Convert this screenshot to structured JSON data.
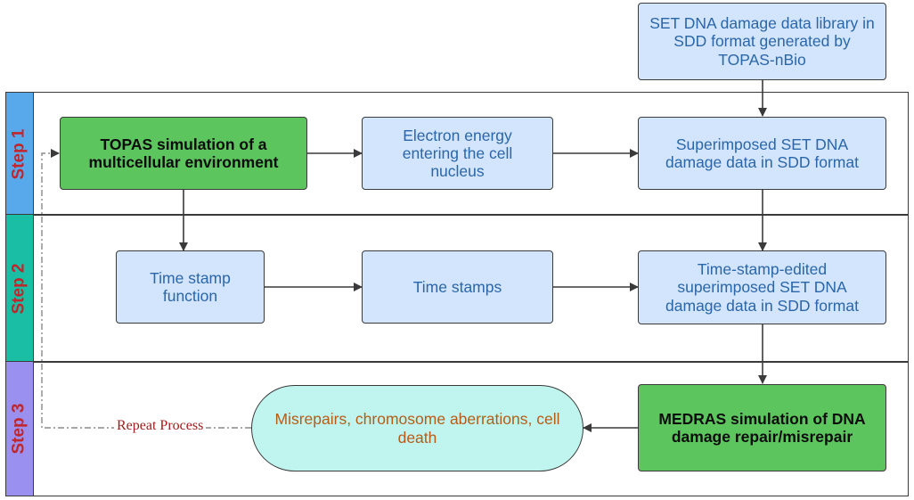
{
  "steps": [
    "Step 1",
    "Step 2",
    "Step 3"
  ],
  "colors": {
    "step1_tab": "#58a9ec",
    "step2_tab": "#19bea5",
    "step3_tab": "#9a90f0",
    "box_blue_fill": "#d3e5fc",
    "box_blue_text": "#2a66a8",
    "box_green_fill": "#5cc55e",
    "oval_fill": "#bff5ee",
    "oval_text": "#b65c18",
    "step_label_text": "#c0262d",
    "repeat_text": "#a01c1c"
  },
  "nodes": {
    "library": "SET DNA damage data library in SDD format generated by TOPAS-nBio",
    "topas": "TOPAS simulation of a multicellular environment",
    "electron": "Electron energy entering the cell nucleus",
    "superimposed": "Superimposed SET DNA damage data in SDD format",
    "time_function": "Time stamp function",
    "time_stamps": "Time stamps",
    "time_edited": "Time-stamp-edited superimposed SET DNA damage data in SDD format",
    "medras": "MEDRAS simulation of DNA damage repair/misrepair",
    "outcome": "Misrepairs, chromosome aberrations, cell death"
  },
  "loop_label": "Repeat Process"
}
